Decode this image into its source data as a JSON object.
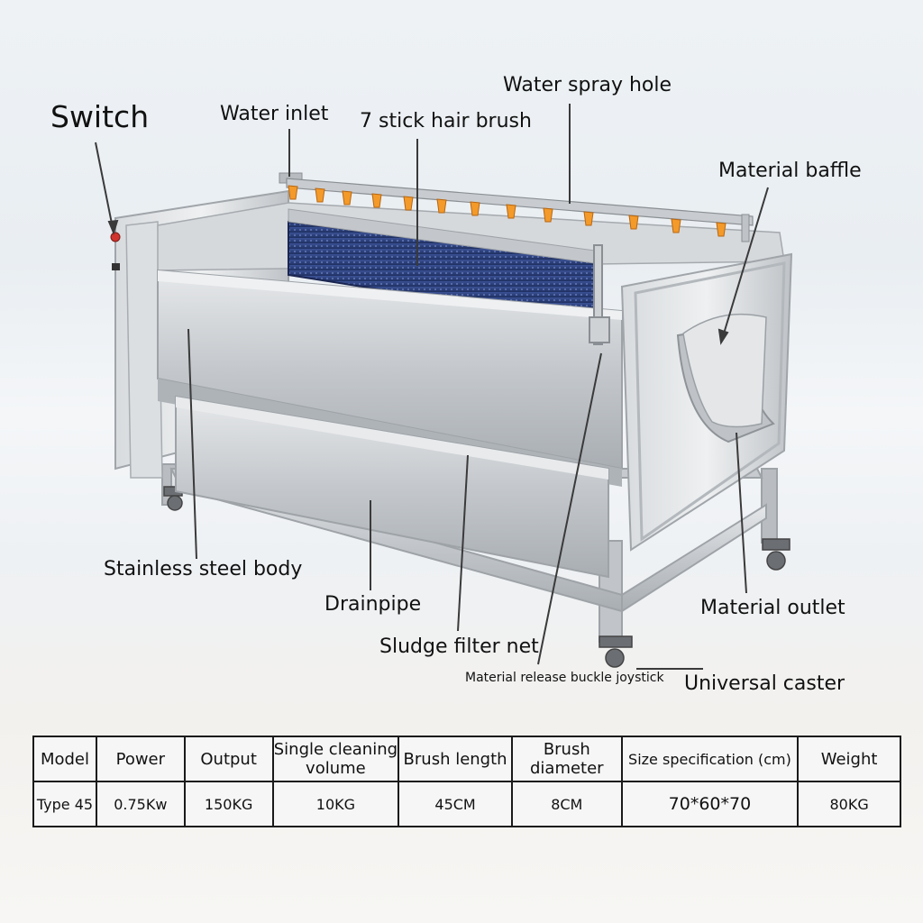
{
  "labels": {
    "switch": "Switch",
    "water_inlet": "Water inlet",
    "hair_brush": "7 stick hair brush",
    "water_spray_hole": "Water spray hole",
    "material_baffle": "Material baffle",
    "stainless_steel_body": "Stainless steel body",
    "drainpipe": "Drainpipe",
    "sludge_filter_net": "Sludge filter net",
    "material_release_joystick": "Material release buckle joystick",
    "material_outlet": "Material outlet",
    "universal_caster": "Universal caster"
  },
  "table": {
    "headers": [
      "Model",
      "Power",
      "Output",
      "Single cleaning volume",
      "Brush length",
      "Brush diameter",
      "Size specification (cm)",
      "Weight"
    ],
    "row": [
      "Type 45",
      "0.75Kw",
      "150KG",
      "10KG",
      "45CM",
      "8CM",
      "70*60*70",
      "80KG"
    ]
  },
  "colors": {
    "steel": "#c9ccd0",
    "brush": "#2a3f7a",
    "nozzle": "#f39a2a",
    "switch_led": "#d0342c"
  }
}
